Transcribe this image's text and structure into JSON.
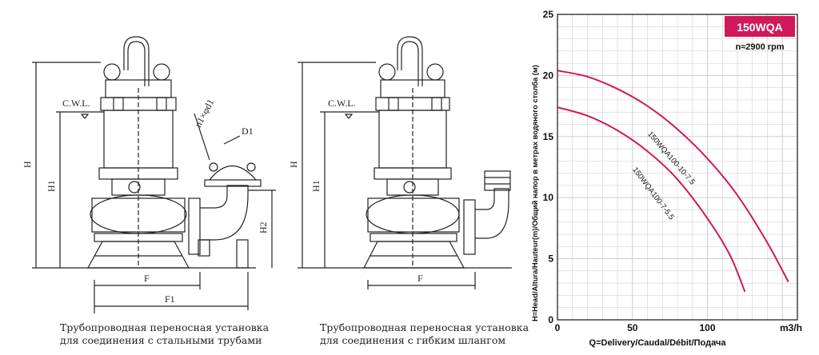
{
  "drawings": {
    "left": {
      "caption_line1": "Трубопроводная переносная установка",
      "caption_line2": "для соединения с стальными трубами",
      "labels": {
        "cwl": "C.W.L.",
        "h": "H",
        "h1": "H1",
        "h2": "H2",
        "f": "F",
        "f1": "F1",
        "d1": "D1",
        "n_d": "n1×φd1"
      }
    },
    "right": {
      "caption_line1": "Трубопроводная переносная установка",
      "caption_line2": "для соединения с гибким шлангом",
      "labels": {
        "cwl": "C.W.L.",
        "h": "H",
        "h1": "H1",
        "f": "F"
      }
    }
  },
  "chart_data": {
    "type": "line",
    "title": "150WQA",
    "subtitle": "n≈2900 rpm",
    "xlabel": "Q=Delivery/Caudal/Débit/Подача",
    "xunit": "m3/h",
    "ylabel": "H=Head/Altura/Hauteur(m)/Общий напор в метрах водяного столба (м)",
    "xlim": [
      0,
      160
    ],
    "ylim": [
      0,
      25
    ],
    "x_ticks": [
      0,
      50,
      100
    ],
    "y_ticks": [
      0,
      5,
      10,
      15,
      20,
      25
    ],
    "series": [
      {
        "name": "150WQA100-10-7.5",
        "x": [
          0,
          20,
          40,
          60,
          80,
          100,
          120,
          140,
          154
        ],
        "y": [
          20.4,
          19.9,
          18.9,
          17.5,
          15.6,
          13.2,
          10.2,
          6.3,
          3.1
        ]
      },
      {
        "name": "150WQA100-7-5.5",
        "x": [
          0,
          20,
          40,
          60,
          80,
          100,
          115,
          125
        ],
        "y": [
          17.4,
          16.7,
          15.5,
          13.8,
          11.5,
          8.3,
          5.3,
          2.3
        ]
      }
    ],
    "colors": {
      "curve": "#d1185a",
      "title_bg": "#d1185a",
      "grid": "#c8c8c8"
    }
  }
}
